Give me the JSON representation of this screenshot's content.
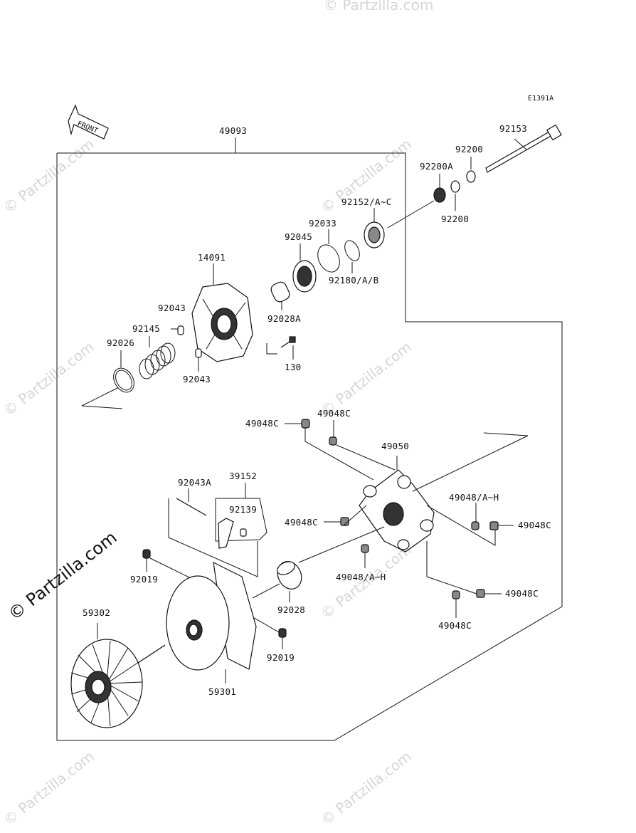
{
  "diagram_code": "E1391A",
  "front_label": "FRONT",
  "watermark": "© Partzilla.com",
  "labels": {
    "p49093": "49093",
    "p92153": "92153",
    "p92200_top": "92200",
    "p92200A": "92200A",
    "p92200_bot": "92200",
    "p92152": "92152/A~C",
    "p92033": "92033",
    "p92045": "92045",
    "p92180": "92180/A/B",
    "p14091": "14091",
    "p92028A": "92028A",
    "p92043_a": "92043",
    "p92145": "92145",
    "p92026": "92026",
    "p92043_b": "92043",
    "p130": "130",
    "p49048C_1": "49048C",
    "p49048C_2": "49048C",
    "p49050": "49050",
    "p92043A": "92043A",
    "p39152": "39152",
    "p92139": "92139",
    "p49048AH_1": "49048/A~H",
    "p49048C_3": "49048C",
    "p49048C_4": "49048C",
    "p49048AH_2": "49048/A~H",
    "p92019_a": "92019",
    "p92028": "92028",
    "p49048C_5": "49048C",
    "p59302": "59302",
    "p92019_b": "92019",
    "p49048C_6": "49048C",
    "p59301": "59301"
  }
}
